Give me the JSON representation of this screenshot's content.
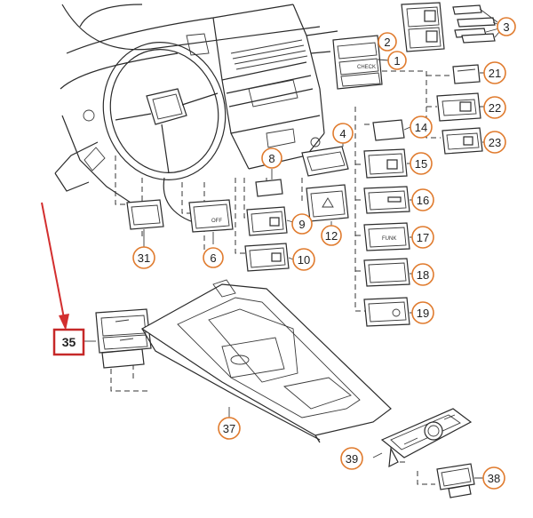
{
  "diagram": {
    "highlight": {
      "label": "35",
      "color": "#c62828"
    },
    "arrow_color": "#d32f2f",
    "callout_color": "#e07b2e",
    "callouts": [
      {
        "id": "c1",
        "label": "1"
      },
      {
        "id": "c2",
        "label": "2"
      },
      {
        "id": "c3",
        "label": "3"
      },
      {
        "id": "c4",
        "label": "4"
      },
      {
        "id": "c6",
        "label": "6"
      },
      {
        "id": "c8",
        "label": "8"
      },
      {
        "id": "c9",
        "label": "9"
      },
      {
        "id": "c10",
        "label": "10"
      },
      {
        "id": "c12",
        "label": "12"
      },
      {
        "id": "c14",
        "label": "14"
      },
      {
        "id": "c15",
        "label": "15"
      },
      {
        "id": "c16",
        "label": "16"
      },
      {
        "id": "c17",
        "label": "17"
      },
      {
        "id": "c18",
        "label": "18"
      },
      {
        "id": "c19",
        "label": "19"
      },
      {
        "id": "c21",
        "label": "21"
      },
      {
        "id": "c22",
        "label": "22"
      },
      {
        "id": "c23",
        "label": "23"
      },
      {
        "id": "c31",
        "label": "31"
      },
      {
        "id": "c37",
        "label": "37"
      },
      {
        "id": "c38",
        "label": "38"
      },
      {
        "id": "c39",
        "label": "39"
      }
    ],
    "switch_labels": {
      "check": "CHECK",
      "funk": "FUNK",
      "off": "OFF"
    }
  }
}
